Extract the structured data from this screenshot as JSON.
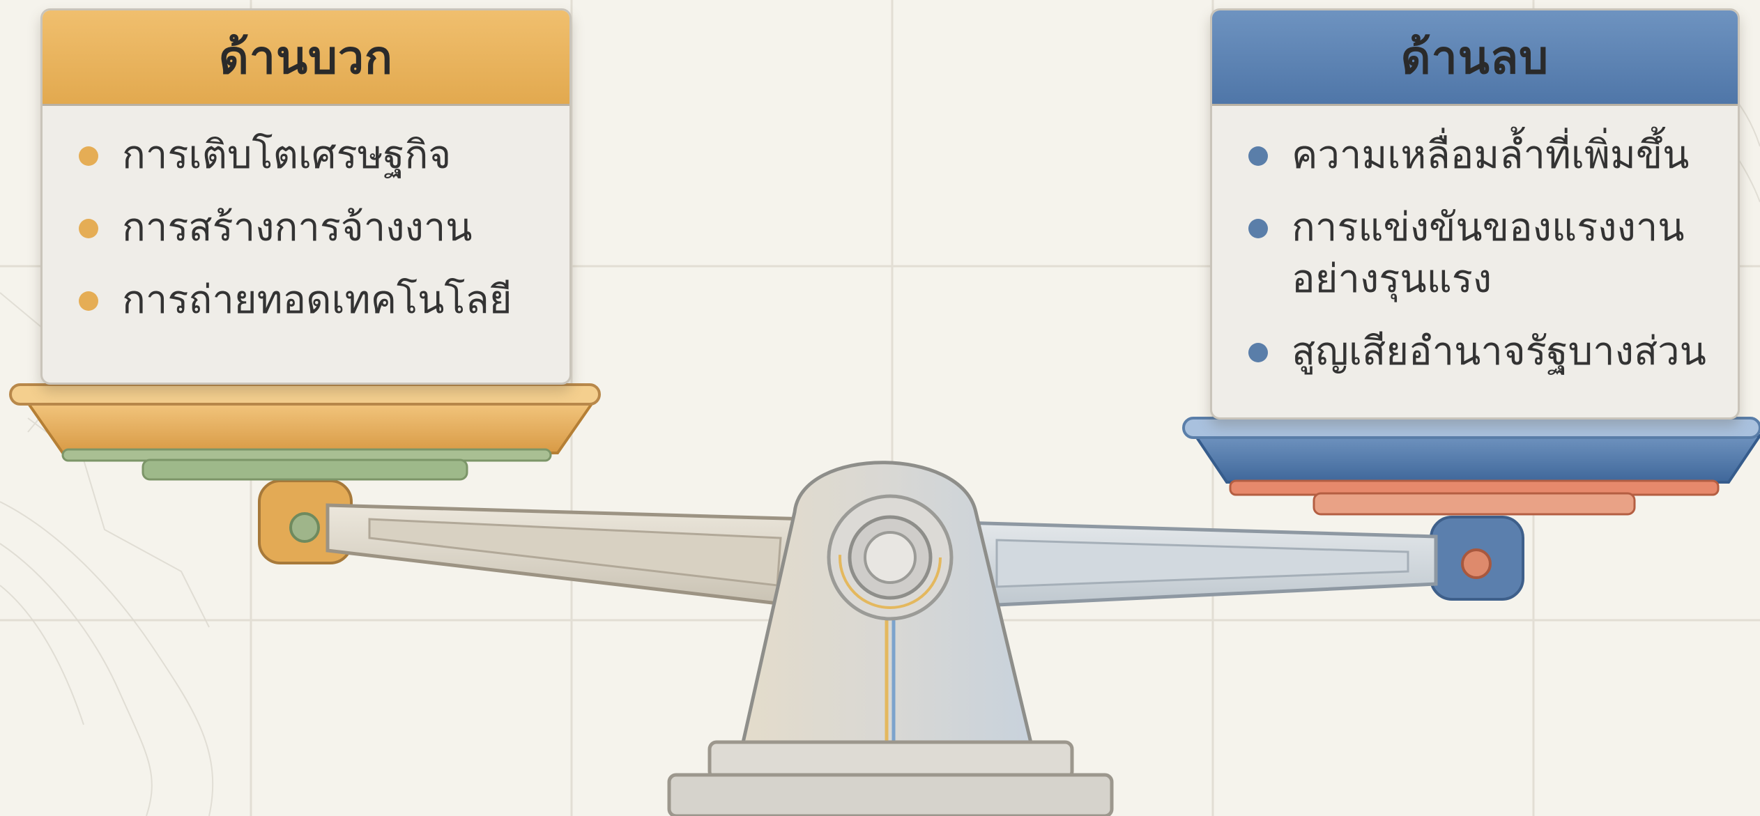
{
  "diagram": {
    "positive": {
      "title": "ด้านบวก",
      "items": [
        "การเติบโตเศรษฐกิจ",
        "การสร้างการจ้างงาน",
        "การถ่ายทอดเทคโนโลยี"
      ],
      "color": "#e5ad55"
    },
    "negative": {
      "title": "ด้านลบ",
      "items": [
        "ความเหลื่อมล้ำที่เพิ่มขึ้น",
        "การแข่งขันของแรงงานอย่างรุนแรง",
        "สูญเสียอำนาจรัฐบางส่วน"
      ],
      "color": "#5a7ea9"
    }
  }
}
